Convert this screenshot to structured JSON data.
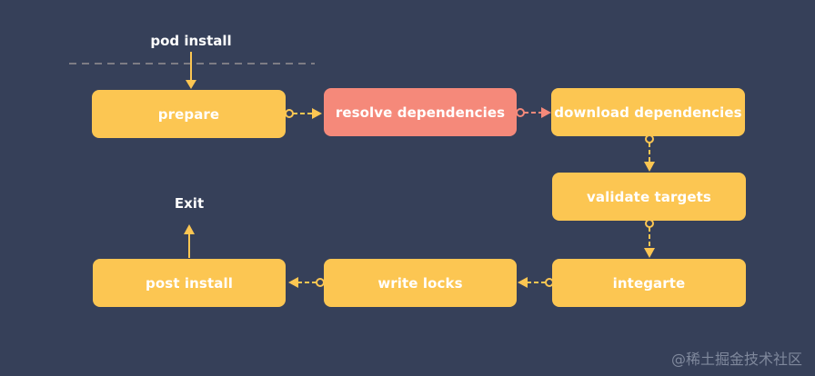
{
  "start_label": "pod install",
  "end_label": "Exit",
  "nodes": {
    "prepare": "prepare",
    "resolve": "resolve dependencies",
    "download": "download dependencies",
    "validate": "validate targets",
    "integrate": "integarte",
    "write_locks": "write locks",
    "post_install": "post install"
  },
  "watermark": "@稀土掘金技术社区",
  "colors": {
    "background": "#364059",
    "node": "#fcc652",
    "highlight_node": "#f5897a",
    "connector": "#fcc652",
    "highlight_connector": "#f5897a",
    "divider": "#7d7c84"
  }
}
